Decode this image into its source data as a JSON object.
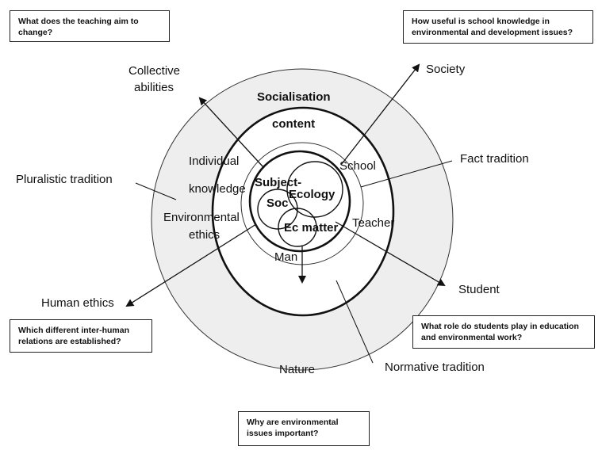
{
  "questions": {
    "top_left": "What does the teaching aim to change?",
    "top_right": "How useful is school knowledge in environmental and development issues?",
    "bottom_left": "Which different inter-human relations are established?",
    "bottom_right": "What role do students play in education and environmental work?",
    "bottom_center": "Why are environmental issues important?"
  },
  "outer_labels": {
    "collective_1": "Collective",
    "collective_2": "abilities",
    "society": "Society",
    "fact_tradition": "Fact tradition",
    "pluralistic_tradition": "Pluralistic tradition",
    "human_ethics": "Human ethics",
    "student": "Student",
    "nature": "Nature",
    "normative_tradition": "Normative tradition"
  },
  "inner_labels": {
    "socialisation": "Socialisation",
    "content": "content",
    "individual": "Individual",
    "knowledge": "knowledge",
    "environmental": "Environmental",
    "ethics": "ethics",
    "school": "School",
    "teacher": "Teacher",
    "man": "Man",
    "subject": "Subject-",
    "ecology": "Ecology",
    "soc": "Soc",
    "ec_matter": "Ec matter"
  }
}
